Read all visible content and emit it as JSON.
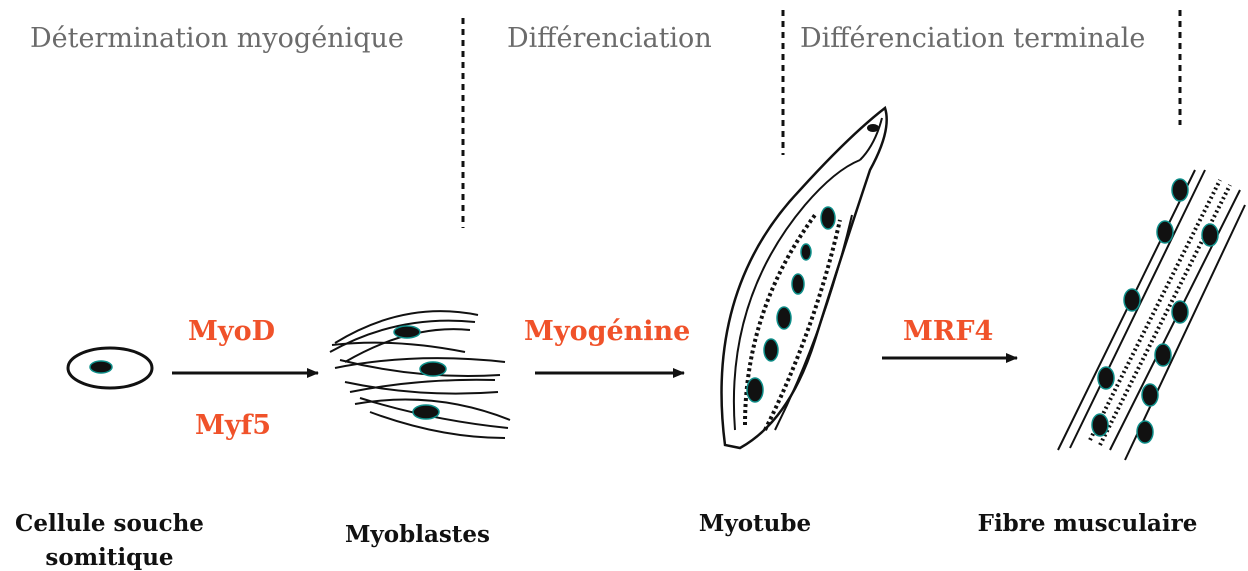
{
  "phases": {
    "determination": "Détermination myogénique",
    "differentiation": "Différenciation",
    "terminal": "Différenciation terminale"
  },
  "factors": {
    "myod": "MyoD",
    "myf5": "Myf5",
    "myogenin": "Myogénine",
    "mrf4": "MRF4"
  },
  "stages": {
    "stem_cell_line1": "Cellule souche",
    "stem_cell_line2": "somitique",
    "myoblasts": "Myoblastes",
    "myotube": "Myotube",
    "fiber": "Fibre musculaire"
  },
  "colors": {
    "factor": "#f0522a",
    "phase": "#6b6b6b",
    "line": "#111111",
    "nucleus": "#111111",
    "nucleus_rim": "#0e8f8a"
  }
}
